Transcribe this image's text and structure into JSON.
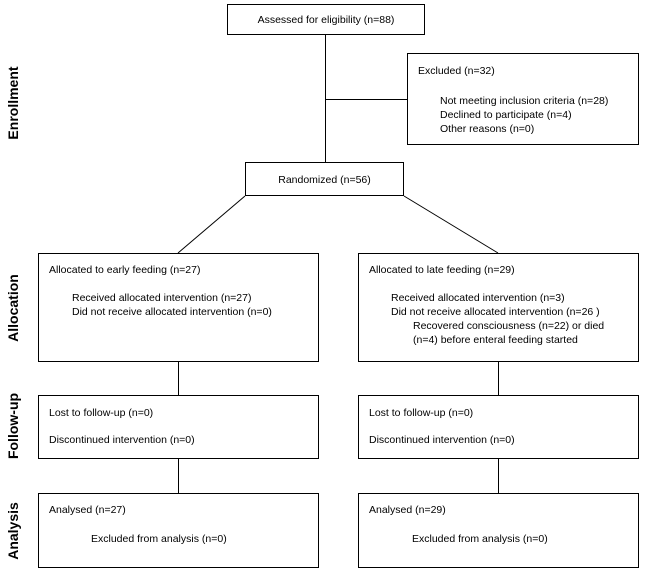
{
  "stages": {
    "enrollment": "Enrollment",
    "allocation": "Allocation",
    "followup": "Follow-up",
    "analysis": "Analysis"
  },
  "assessed": "Assessed for eligibility (n=88)",
  "excluded": {
    "title": "Excluded  (n=32)",
    "items": [
      "Not meeting inclusion criteria (n=28)",
      "Declined to participate (n=4)",
      "Other reasons (n=0)"
    ]
  },
  "randomized": "Randomized (n=56)",
  "allocation_left": {
    "title": "Allocated to early feeding (n=27)",
    "received": "Received allocated intervention (n=27)",
    "not_received": "Did not receive allocated intervention (n=0)"
  },
  "allocation_right": {
    "title": "Allocated to late feeding (n=29)",
    "received": "Received allocated intervention (n=3)",
    "not_received": "Did not receive allocated intervention (n=26 )",
    "reason_1": "Recovered consciousness (n=22) or died",
    "reason_2": "(n=4) before enteral feeding started"
  },
  "followup_left": {
    "lost": "Lost to follow-up (n=0)",
    "discontinued": "Discontinued intervention (n=0)"
  },
  "followup_right": {
    "lost": "Lost to follow-up (n=0)",
    "discontinued": "Discontinued intervention (n=0)"
  },
  "analysis_left": {
    "analysed": "Analysed  (n=27)",
    "excluded": "Excluded from analysis (n=0)"
  },
  "analysis_right": {
    "analysed": "Analysed  (n=29)",
    "excluded": "Excluded from analysis (n=0)"
  }
}
